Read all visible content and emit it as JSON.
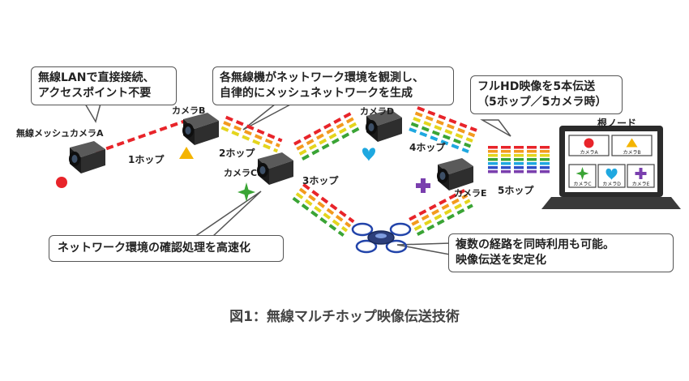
{
  "callouts": {
    "direct": [
      "無線LANで直接接続、",
      "アクセスポイント不要"
    ],
    "mesh": [
      "各無線機がネットワーク環境を観測し、",
      "自律的にメッシュネットワークを生成"
    ],
    "fullhd": [
      "フルHD映像を5本伝送",
      "（5ホップ／5カメラ時）"
    ],
    "fast": [
      "ネットワーク環境の確認処理を高速化"
    ],
    "multipath": [
      "複数の経路を同時利用も可能。",
      "映像伝送を安定化"
    ]
  },
  "cameras": {
    "a": "無線メッシュカメラA",
    "b": "カメラB",
    "c": "カメラC",
    "d": "カメラD",
    "e": "カメラE"
  },
  "hops": {
    "h1": "1ホップ",
    "h2": "2ホップ",
    "h3": "3ホップ",
    "h4": "4ホップ",
    "h5": "5ホップ"
  },
  "root_node": {
    "title": "根ノード",
    "tiles": [
      "カメラA",
      "カメラB",
      "カメラC",
      "カメラD",
      "カメラE"
    ]
  },
  "caption": "図1：無線マルチホップ映像伝送技術",
  "colors": {
    "red": "#e8242a",
    "orange": "#f39a1e",
    "yellow": "#e4d51d",
    "green": "#3aa435",
    "cyan": "#1fa8e0",
    "blue": "#2f52c8",
    "purple": "#7a3fae"
  },
  "icons": [
    "red-circle-icon",
    "yellow-triangle-icon",
    "green-star-icon",
    "blue-heart-icon",
    "purple-cross-icon",
    "drone-icon",
    "camera-icon",
    "laptop-icon"
  ]
}
